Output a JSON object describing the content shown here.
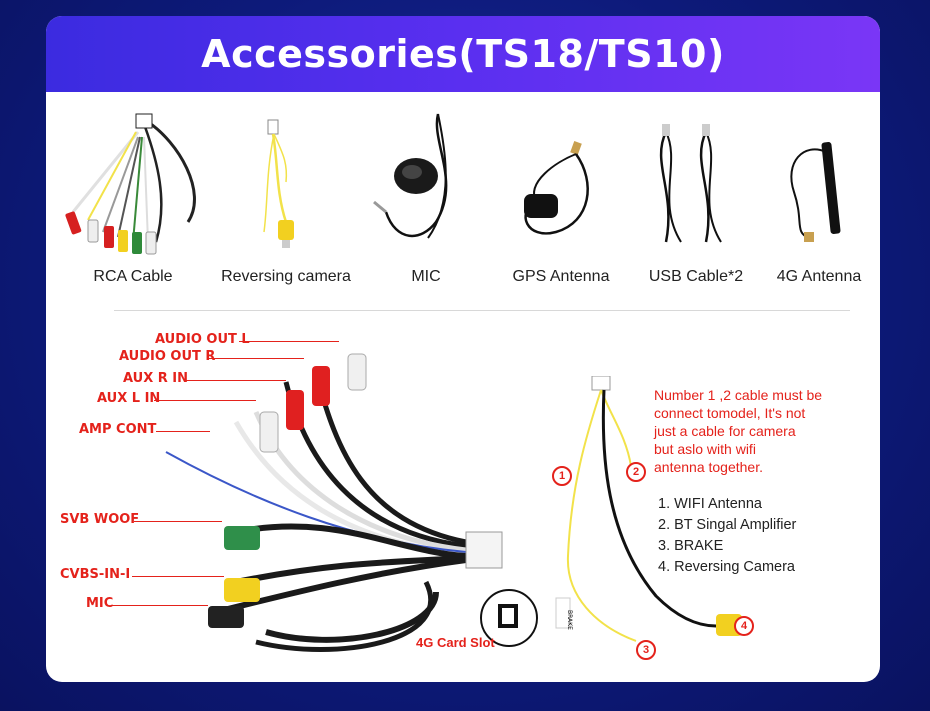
{
  "header": {
    "title": "Accessories(TS18/TS10)"
  },
  "accessories": [
    {
      "label": "RCA Cable",
      "icon": "rca-cable-icon"
    },
    {
      "label": "Reversing camera",
      "icon": "reversing-camera-cable-icon"
    },
    {
      "label": "MIC",
      "icon": "microphone-icon"
    },
    {
      "label": "GPS Antenna",
      "icon": "gps-antenna-icon"
    },
    {
      "label": "USB Cable*2",
      "icon": "usb-cable-icon"
    },
    {
      "label": "4G Antenna",
      "icon": "4g-antenna-icon"
    }
  ],
  "harness_callouts": {
    "audio_out_l": "AUDIO OUT L",
    "audio_out_r": "AUDIO OUT R",
    "aux_r_in": "AUX R IN",
    "aux_l_in": "AUX L IN",
    "amp_cont": "AMP CONT",
    "svb_woof": "SVB WOOF",
    "cvbs_in": "CVBS-IN-I",
    "mic": "MIC",
    "card_slot": "4G Card Slot"
  },
  "camera_cable": {
    "note_lines": [
      "Number 1 ,2 cable must be",
      "connect tomodel, It's not",
      "just a cable for camera",
      "but aslo with wifi",
      "antenna together."
    ],
    "list": [
      "1. WIFI Antenna",
      "2. BT Singal Amplifier",
      "3. BRAKE",
      "4. Reversing Camera"
    ],
    "badges": [
      "1",
      "2",
      "3",
      "4"
    ],
    "brake_tag": "BRAKE"
  },
  "colors": {
    "background": "#0d1a7a",
    "header_start": "#3b2be0",
    "header_end": "#7a36f6",
    "callout_red": "#e4221b",
    "wire_yellow": "#f2e24a"
  }
}
